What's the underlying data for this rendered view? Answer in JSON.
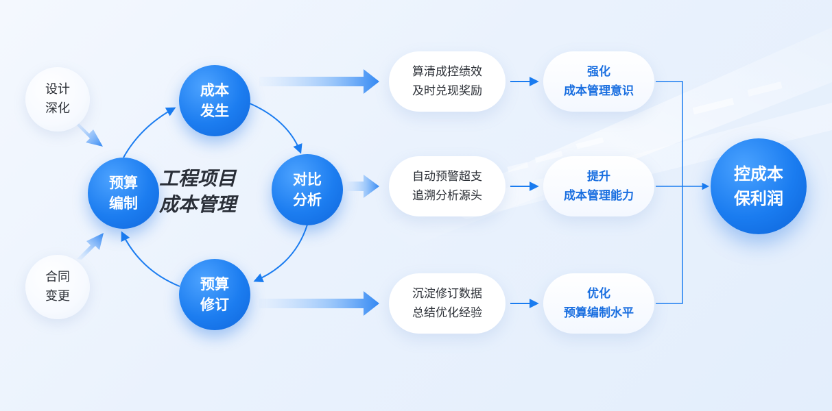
{
  "inputs": [
    {
      "id": "design",
      "lines": [
        "设计",
        "深化"
      ]
    },
    {
      "id": "contract",
      "lines": [
        "合同",
        "变更"
      ]
    }
  ],
  "center_title": [
    "工程项目",
    "成本管理"
  ],
  "cycle": [
    {
      "id": "budget",
      "lines": [
        "预算",
        "编制"
      ]
    },
    {
      "id": "occur",
      "lines": [
        "成本",
        "发生"
      ]
    },
    {
      "id": "compare",
      "lines": [
        "对比",
        "分析"
      ]
    },
    {
      "id": "revise",
      "lines": [
        "预算",
        "修订"
      ]
    }
  ],
  "actions": [
    {
      "lines": [
        "算清成控绩效",
        "及时兑现奖励"
      ]
    },
    {
      "lines": [
        "自动预警超支",
        "追溯分析源头"
      ]
    },
    {
      "lines": [
        "沉淀修订数据",
        "总结优化经验"
      ]
    }
  ],
  "outcomes": [
    {
      "lines": [
        "强化",
        "成本管理意识"
      ]
    },
    {
      "lines": [
        "提升",
        "成本管理能力"
      ]
    },
    {
      "lines": [
        "优化",
        "预算编制水平"
      ]
    }
  ],
  "goal": {
    "lines": [
      "控成本",
      "保利润"
    ]
  },
  "colors": {
    "primary": "#1a7cf0",
    "accent_text": "#1a6fe0",
    "body_text": "#2b2f36",
    "background": "#eaf2fd"
  }
}
